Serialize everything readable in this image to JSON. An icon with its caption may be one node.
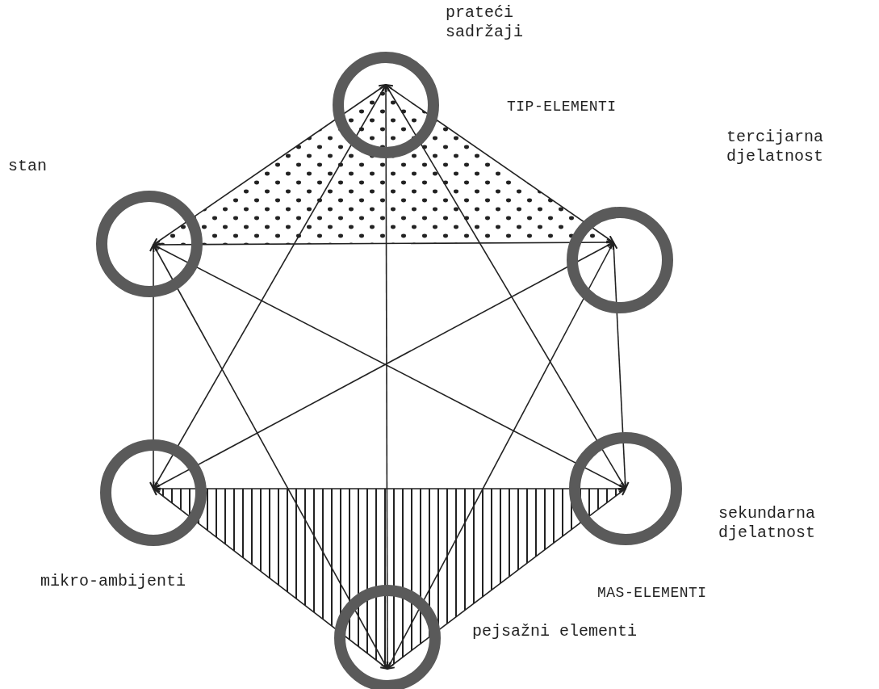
{
  "diagram": {
    "nodes": [
      {
        "text": [
          "prateći sadržaji"
        ]
      },
      {
        "text": [
          "stan"
        ]
      },
      {
        "text": [
          "tercijarna djelatnost"
        ]
      },
      {
        "text": [
          "mikro-ambijenti"
        ]
      },
      {
        "text": [
          "sekundarna djelatnost"
        ]
      },
      {
        "text": [
          "pejsažni elementi"
        ]
      }
    ],
    "edges": [
      {
        "from": 0,
        "to": 1,
        "arrow": "both"
      },
      {
        "from": 0,
        "to": 2,
        "arrow": "both"
      },
      {
        "from": 0,
        "to": 3,
        "arrow": "both"
      },
      {
        "from": 0,
        "to": 4,
        "arrow": "both"
      },
      {
        "from": 0,
        "to": 5,
        "arrow": "both"
      },
      {
        "from": 1,
        "to": 2,
        "arrow": "both"
      },
      {
        "from": 1,
        "to": 3,
        "arrow": "both"
      },
      {
        "from": 1,
        "to": 4,
        "arrow": "both"
      },
      {
        "from": 1,
        "to": 5,
        "arrow": "both"
      },
      {
        "from": 2,
        "to": 3,
        "arrow": "both"
      },
      {
        "from": 2,
        "to": 4,
        "arrow": "both"
      },
      {
        "from": 2,
        "to": 5,
        "arrow": "both"
      },
      {
        "from": 3,
        "to": 4,
        "arrow": "both"
      },
      {
        "from": 3,
        "to": 5,
        "arrow": "both"
      },
      {
        "from": 4,
        "to": 5,
        "arrow": "both"
      }
    ],
    "labels": [
      "TIP-ELEMENTI",
      "MAS-ELEMENTI"
    ]
  }
}
